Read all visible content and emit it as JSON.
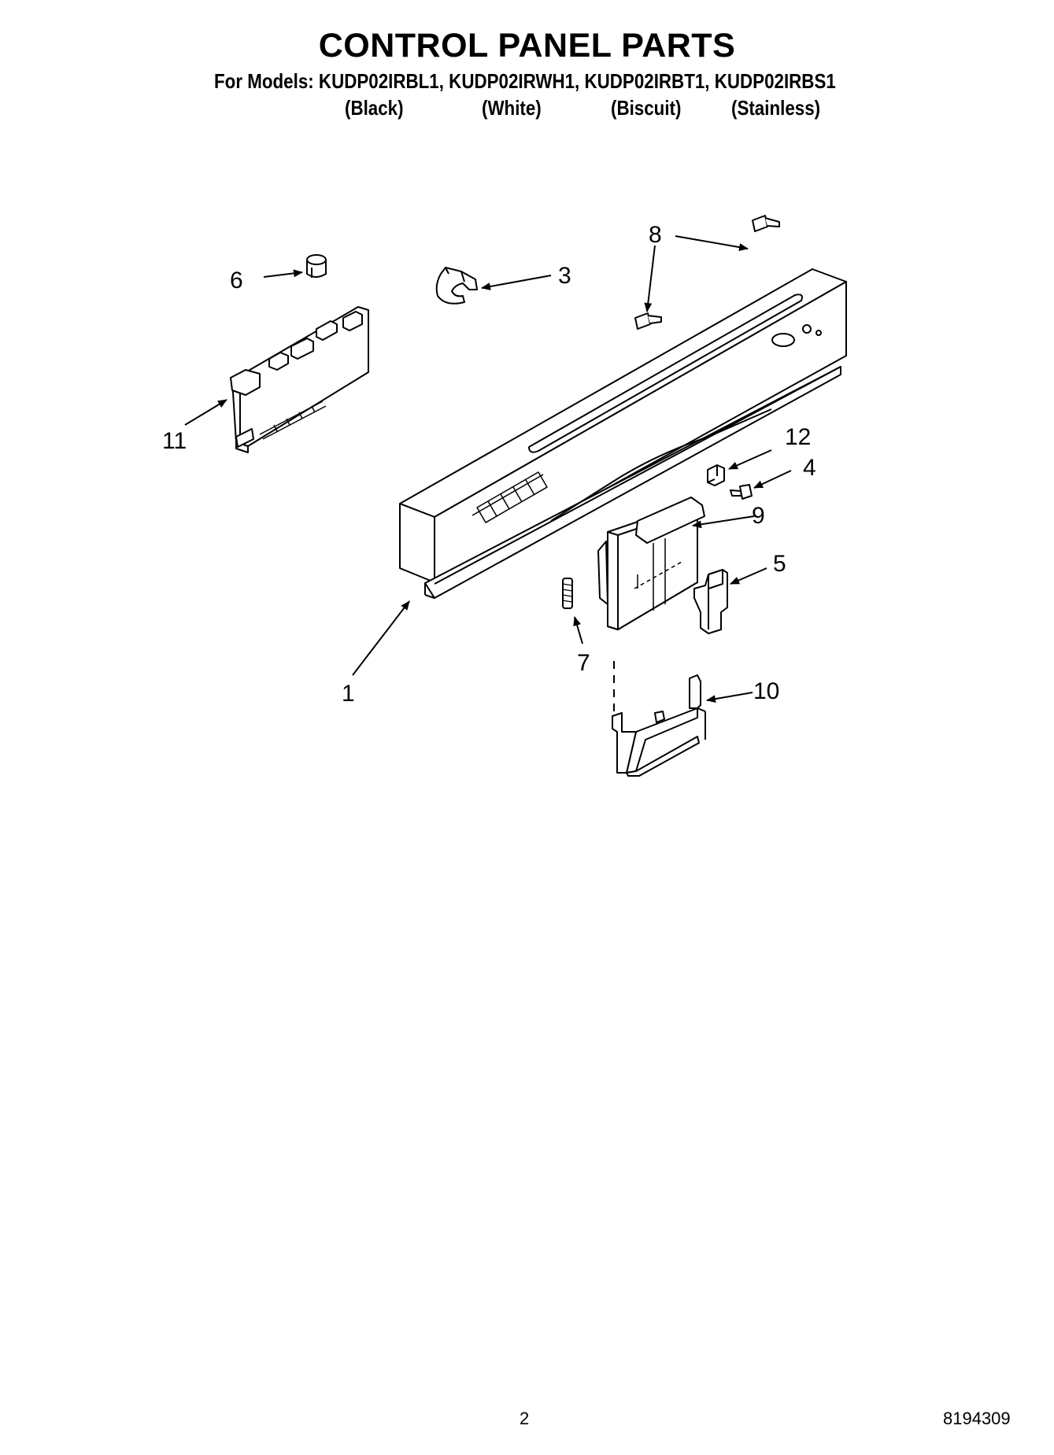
{
  "header": {
    "title": "CONTROL PANEL PARTS",
    "models_line": "For Models: KUDP02IRBL1, KUDP02IRWH1, KUDP02IRBT1, KUDP02IRBS1",
    "colors": [
      "(Black)",
      "(White)",
      "(Biscuit)",
      "(Stainless)"
    ]
  },
  "callouts": [
    "1",
    "3",
    "4",
    "5",
    "6",
    "7",
    "8",
    "9",
    "10",
    "11",
    "12"
  ],
  "footer": {
    "page_number": "2",
    "document_number": "8194309"
  },
  "colors": {
    "line": "#000000",
    "background": "#ffffff"
  }
}
